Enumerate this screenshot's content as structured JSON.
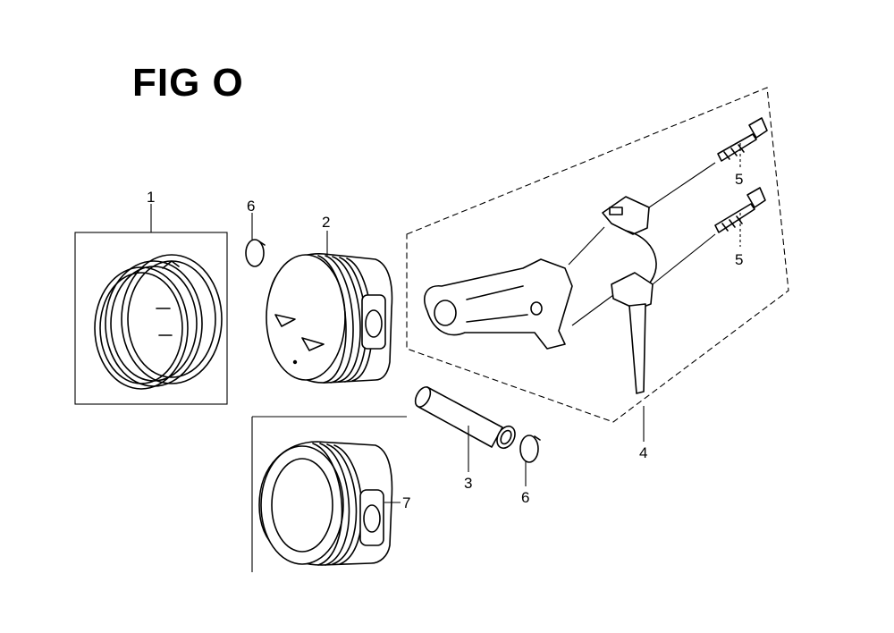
{
  "figure": {
    "title": "FIG O"
  },
  "callouts": [
    {
      "id": "piston-ring-set",
      "label": "1"
    },
    {
      "id": "piston-std",
      "label": "2"
    },
    {
      "id": "piston-pin",
      "label": "3"
    },
    {
      "id": "connecting-rod-assembly",
      "label": "4"
    },
    {
      "id": "rod-bolt-upper",
      "label": "5"
    },
    {
      "id": "rod-bolt-lower",
      "label": "5"
    },
    {
      "id": "pin-clip-upper",
      "label": "6"
    },
    {
      "id": "pin-clip-lower",
      "label": "6"
    },
    {
      "id": "piston-oversize",
      "label": "7"
    }
  ],
  "colors": {
    "ink": "#000000",
    "paper": "#ffffff"
  }
}
